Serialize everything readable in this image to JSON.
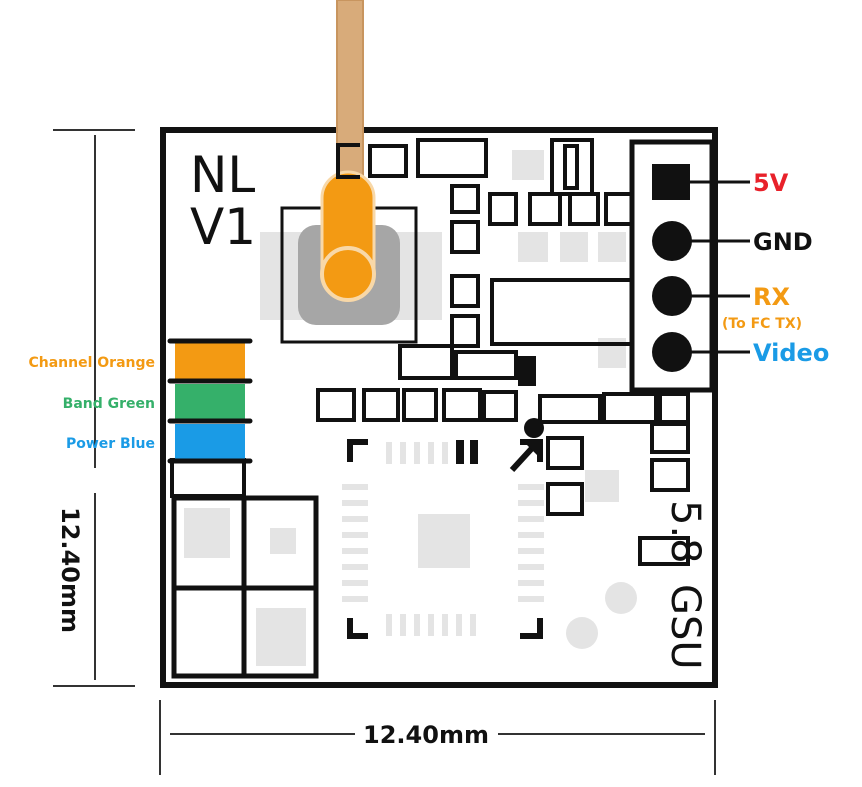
{
  "board": {
    "marking_line1": "NL",
    "marking_line2": "V1",
    "side_text_58": "5.8",
    "side_text_gsu": "GSU"
  },
  "pins": [
    {
      "label": "5V",
      "color": "#e8212a"
    },
    {
      "label": "GND",
      "color": "#111111"
    },
    {
      "label": "RX",
      "sublabel": "(To FC TX)",
      "color": "#f39a13"
    },
    {
      "label": "Video",
      "color": "#1a9be6"
    }
  ],
  "buttons": [
    {
      "label": "Channel Orange",
      "color": "#f39a13"
    },
    {
      "label": "Band Green",
      "color": "#35b06a"
    },
    {
      "label": "Power Blue",
      "color": "#1a9be6"
    }
  ],
  "dimensions": {
    "width": "12.40mm",
    "height": "12.40mm"
  },
  "colors": {
    "antenna": "#d8ab7a",
    "antenna_tip": "#f39a13",
    "pad_grey": "#e4e4e4",
    "outline": "#111111"
  }
}
